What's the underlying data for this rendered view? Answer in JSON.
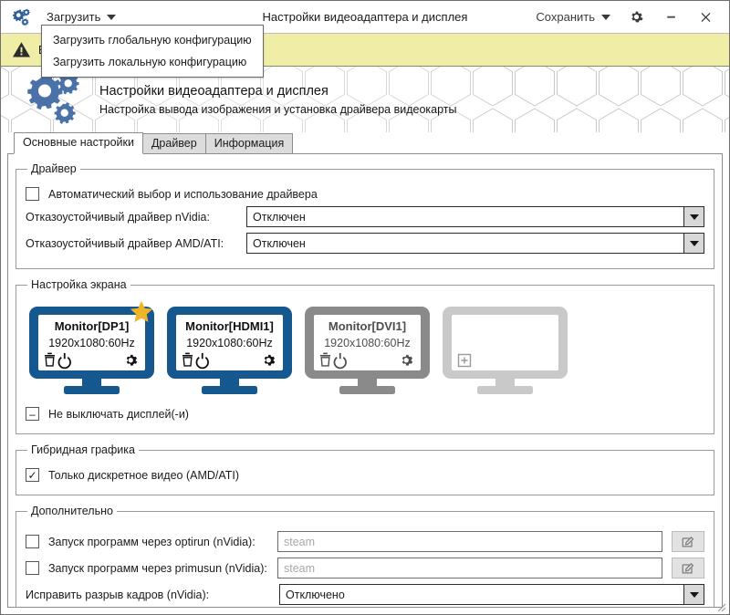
{
  "window": {
    "title": "Настройки видеоадаптера и дисплея",
    "app_icon": "gears-icon",
    "load_menu_label": "Загрузить",
    "save_menu_label": "Сохранить",
    "settings_icon": "gear-icon",
    "minimize_icon": "minimize-icon",
    "close_icon": "close-icon"
  },
  "load_menu": {
    "open": true,
    "items": [
      {
        "label": "Загрузить глобальную конфигурацию"
      },
      {
        "label": "Загрузить локальную конфигурацию"
      }
    ]
  },
  "warning_bar": {
    "icon": "warning-triangle-icon",
    "text": "В",
    "background": "#f0eda6"
  },
  "banner": {
    "icon": "gears-icon",
    "title": "Настройки видеоадаптера и дисплея",
    "subtitle": "Настройка вывода изображения и установка драйвера видеокарты"
  },
  "tabs": [
    {
      "label": "Основные настройки",
      "active": true
    },
    {
      "label": "Драйвер",
      "active": false
    },
    {
      "label": "Информация",
      "active": false
    }
  ],
  "driver_group": {
    "legend": "Драйвер",
    "auto_checkbox": {
      "label": "Автоматический выбор и использование драйвера",
      "checked": false
    },
    "nvidia": {
      "label": "Отказоустойчивый драйвер nVidia:",
      "value": "Отключен"
    },
    "amd": {
      "label": "Отказоустойчивый драйвер AMD/ATI:",
      "value": "Отключен"
    }
  },
  "screen_group": {
    "legend": "Настройка экрана",
    "monitors": [
      {
        "name": "Monitor[DP1]",
        "mode": "1920x1080:60Hz",
        "state": "active",
        "primary": true,
        "color": "#15578f",
        "actions": [
          "trash-icon",
          "power-icon",
          "gear-icon"
        ]
      },
      {
        "name": "Monitor[HDMI1]",
        "mode": "1920x1080:60Hz",
        "state": "active",
        "primary": false,
        "color": "#15578f",
        "actions": [
          "trash-icon",
          "power-icon",
          "gear-icon"
        ]
      },
      {
        "name": "Monitor[DVI1]",
        "mode": "1920x1080:60Hz",
        "state": "disabled",
        "primary": false,
        "color": "#8a8a8a",
        "actions": [
          "trash-icon",
          "power-icon",
          "gear-icon"
        ]
      },
      {
        "name": "",
        "mode": "",
        "state": "empty",
        "primary": false,
        "color": "#c9c9c9",
        "actions": [
          "plus-box-icon"
        ]
      }
    ],
    "keep_on_checkbox": {
      "label": "Не выключать дисплей(-и)",
      "state": "partial"
    }
  },
  "hybrid_group": {
    "legend": "Гибридная графика",
    "discrete_only": {
      "label": "Только дискретное видео (AMD/ATI)",
      "checked": true
    }
  },
  "extra_group": {
    "legend": "Дополнительно",
    "optirun": {
      "label": "Запуск программ через optirun (nVidia):",
      "checked": false,
      "placeholder": "steam",
      "value": "",
      "edit_icon": "pencil-square-icon"
    },
    "primusun": {
      "label": "Запуск программ через primusun (nVidia):",
      "checked": false,
      "placeholder": "steam",
      "value": "",
      "edit_icon": "pencil-square-icon"
    },
    "tearfix": {
      "label": "Исправить разрыв кадров (nVidia):",
      "value": "Отключено"
    }
  },
  "colors": {
    "monitor_active": "#15578f",
    "monitor_disabled": "#8a8a8a",
    "monitor_empty": "#c9c9c9",
    "star": "#f0b429",
    "warning_bg": "#f0eda6",
    "accent": "#4a72a8"
  }
}
